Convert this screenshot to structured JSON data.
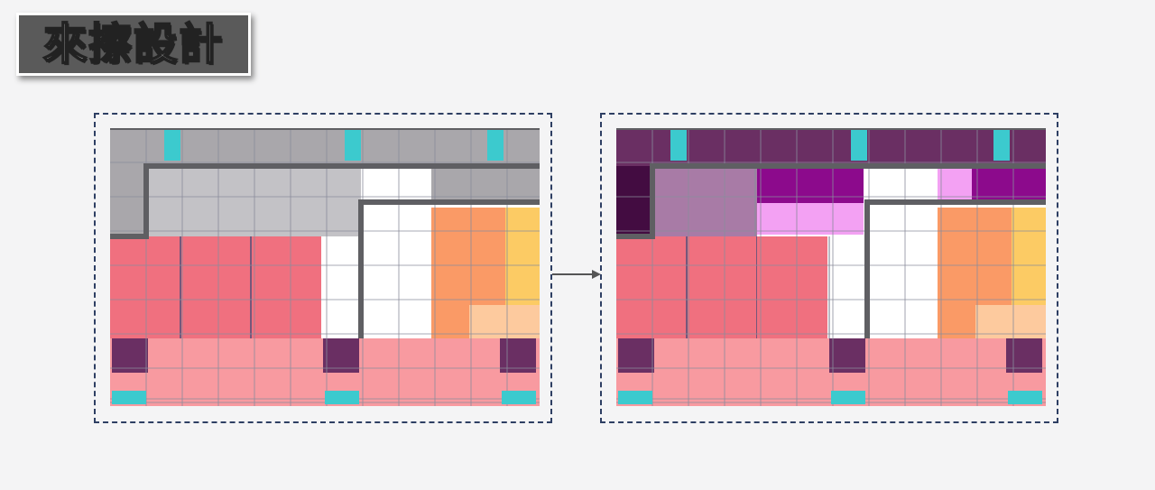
{
  "logo": {
    "text": "來擦設計"
  },
  "colors": {
    "frame": "#2e3f63",
    "grid_line": "#8a8c9b",
    "wall": "#5f5f63",
    "corridor_gray": "#a9a7ab",
    "room_gray": "#c3c2c6",
    "room_red": "#f0707f",
    "bottom_pink": "#f89aa0",
    "orange": "#fa9a66",
    "yellow": "#fccb64",
    "peach": "#fdca9e",
    "dark_purple": "#6a2f63",
    "cyan": "#3ccace",
    "purple": "#8c0a8c",
    "light_magenta": "#f3a1f3",
    "muted_purple": "#a87ba6",
    "deep_purple": "#430c41",
    "arrow": "#555555"
  },
  "diagrams": [
    {
      "name": "before-plan"
    },
    {
      "name": "after-plan"
    }
  ]
}
